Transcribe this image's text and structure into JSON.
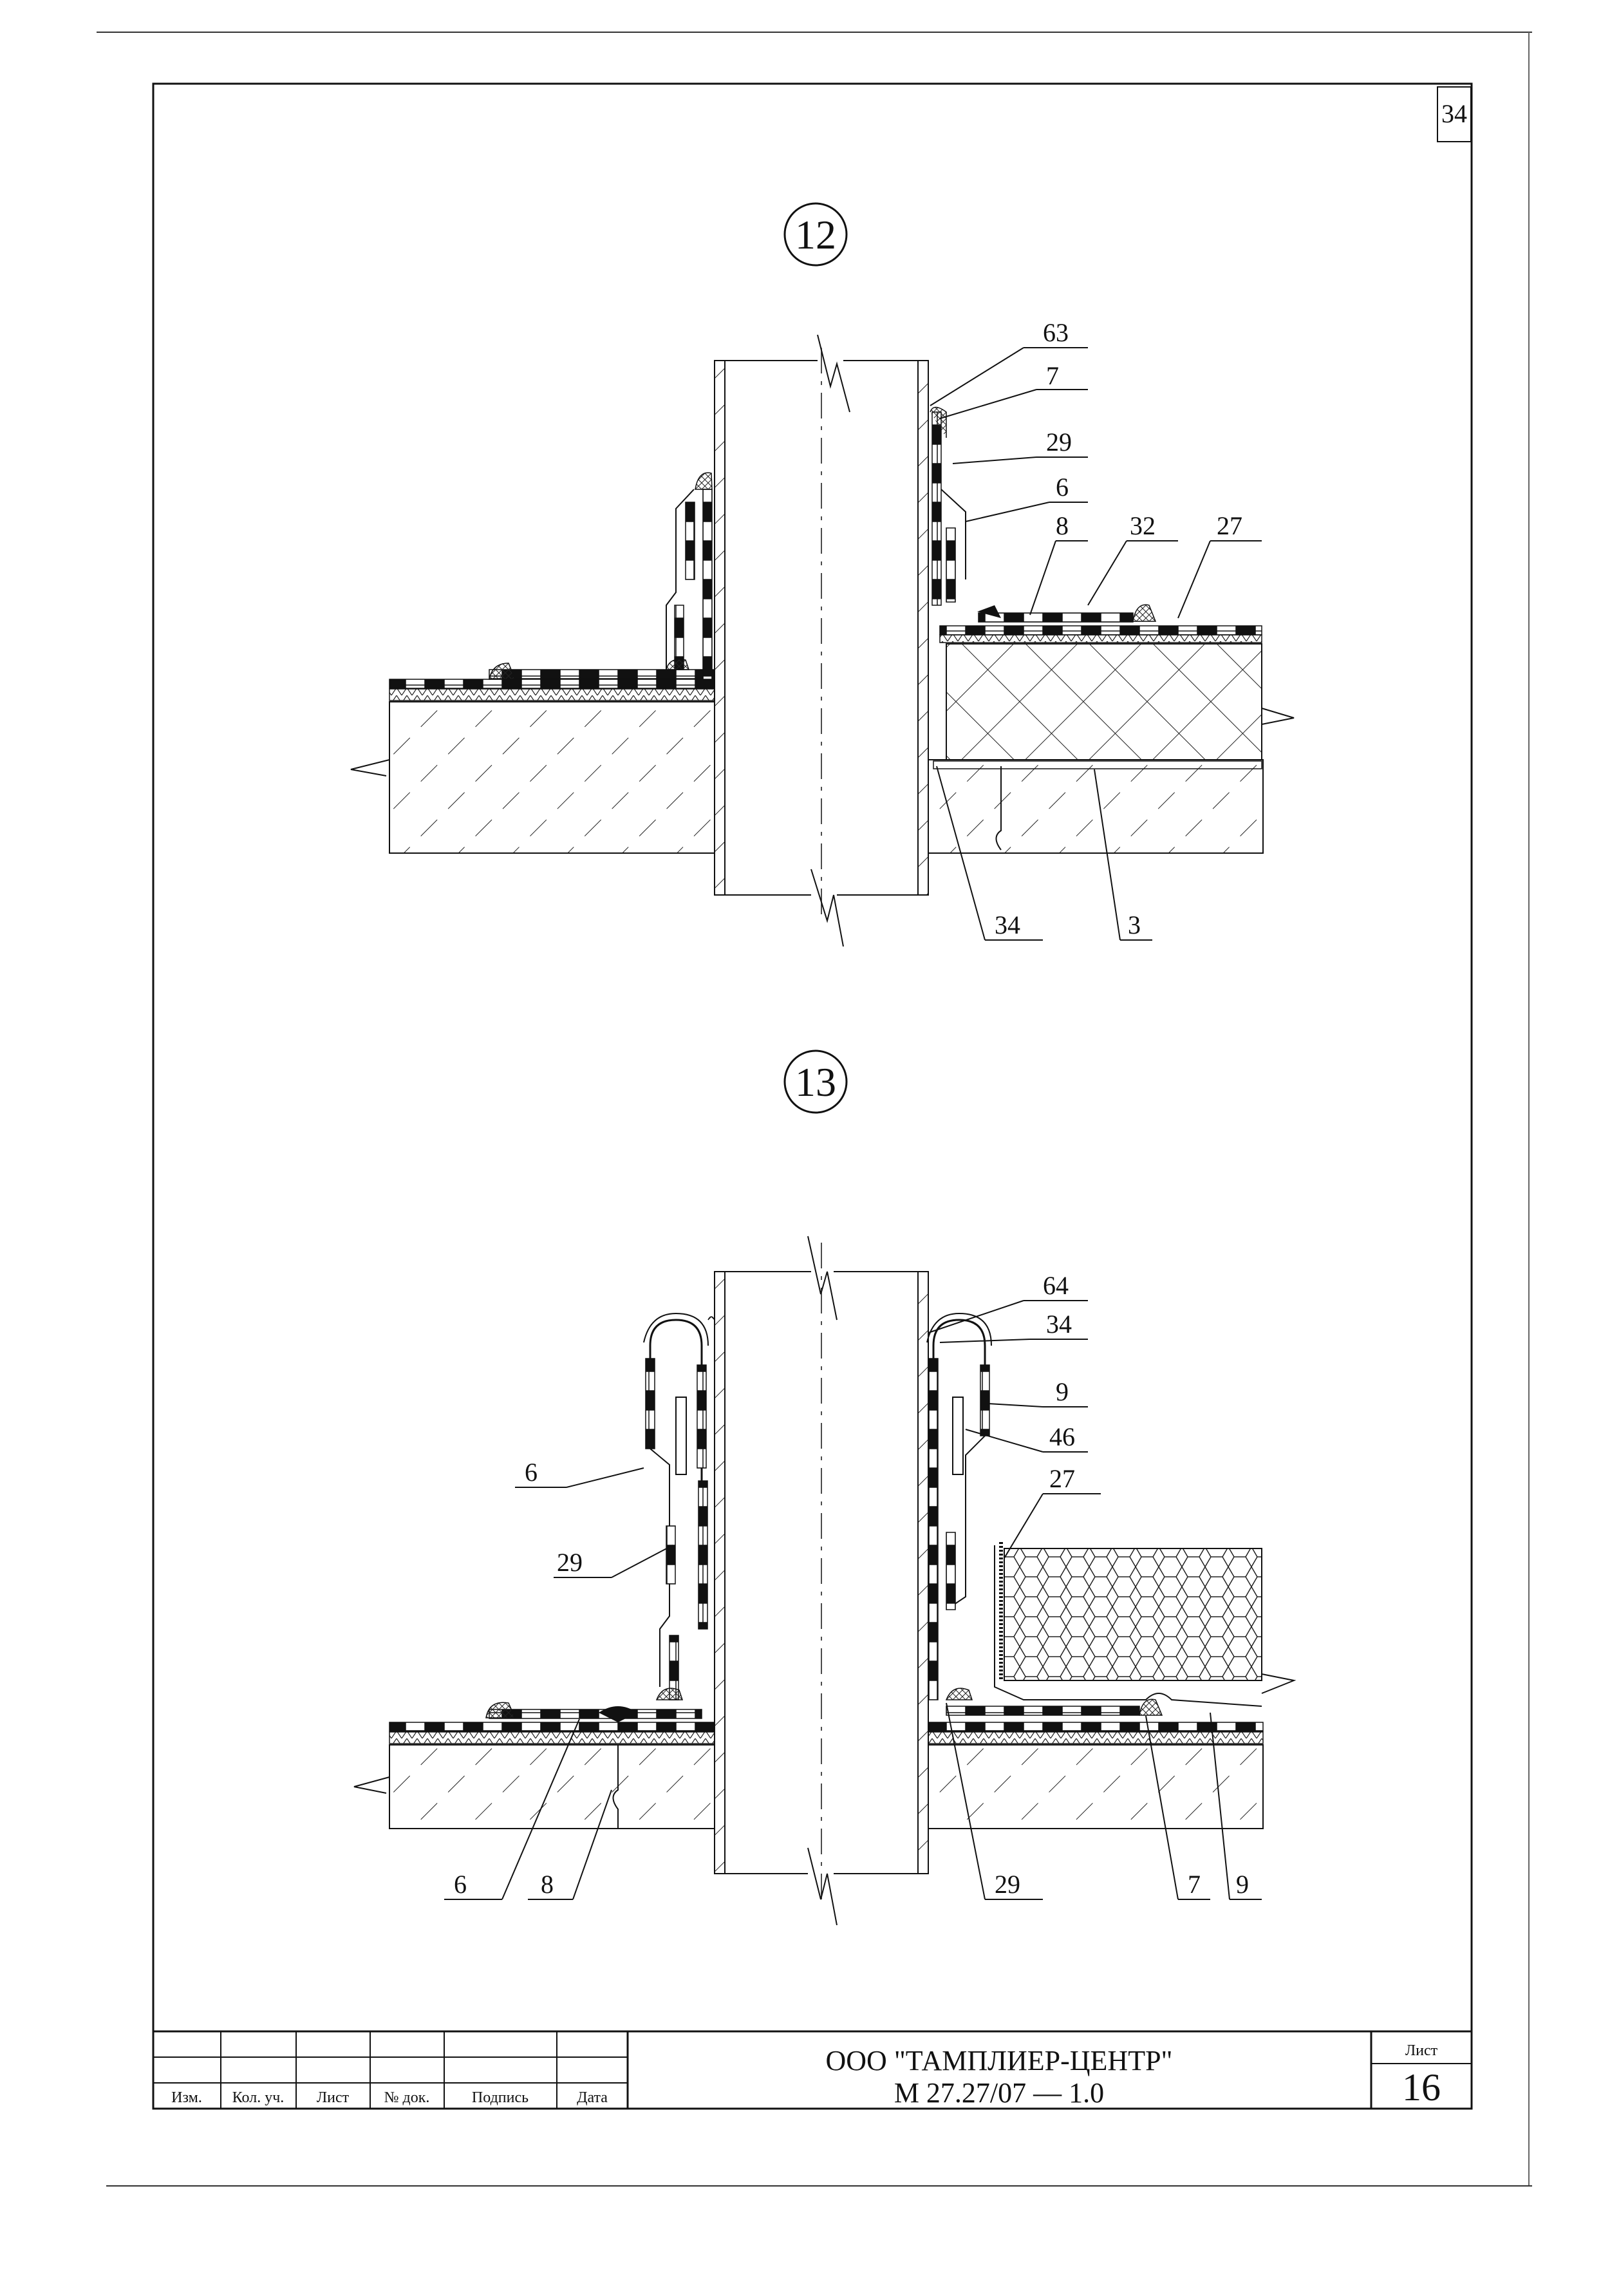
{
  "page_corner_number": "34",
  "details": [
    {
      "number": "12",
      "labels": {
        "l63": "63",
        "l7": "7",
        "l29": "29",
        "l6": "6",
        "l8": "8",
        "l32": "32",
        "l27": "27",
        "l34": "34",
        "l3": "3"
      }
    },
    {
      "number": "13",
      "labels": {
        "l64": "64",
        "l34": "34",
        "l9a": "9",
        "l46": "46",
        "l27": "27",
        "l6a": "6",
        "l29a": "29",
        "l6b": "6",
        "l8": "8",
        "l29b": "29",
        "l7": "7",
        "l9b": "9"
      }
    }
  ],
  "title_block": {
    "organization": "ООО \"ТАМПЛИЕР-ЦЕНТР\"",
    "document_code": "М 27.27/07  —  1.0",
    "sheet_label": "Лист",
    "sheet_number": "16",
    "columns": [
      "Изм.",
      "Кол. уч.",
      "Лист",
      "№ док.",
      "Подпись",
      "Дата"
    ]
  }
}
